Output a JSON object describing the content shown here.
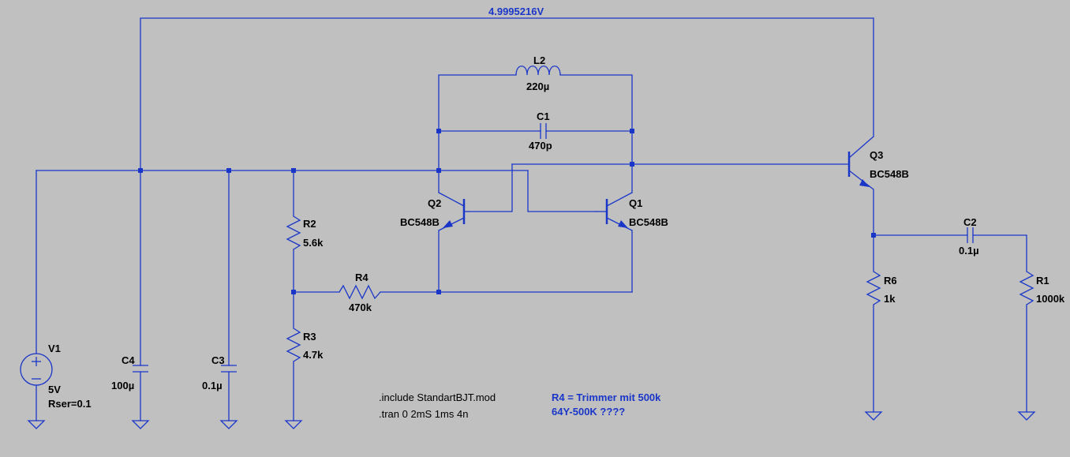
{
  "net_label": "4.9995216V",
  "components": {
    "V1": {
      "name": "V1",
      "value": "5V",
      "extra": "Rser=0.1"
    },
    "C4": {
      "name": "C4",
      "value": "100µ"
    },
    "C3": {
      "name": "C3",
      "value": "0.1µ"
    },
    "R2": {
      "name": "R2",
      "value": "5.6k"
    },
    "R3": {
      "name": "R3",
      "value": "4.7k"
    },
    "R4": {
      "name": "R4",
      "value": "470k"
    },
    "L2": {
      "name": "L2",
      "value": "220µ"
    },
    "C1": {
      "name": "C1",
      "value": "470p"
    },
    "Q2": {
      "name": "Q2",
      "value": "BC548B"
    },
    "Q1": {
      "name": "Q1",
      "value": "BC548B"
    },
    "Q3": {
      "name": "Q3",
      "value": "BC548B"
    },
    "C2": {
      "name": "C2",
      "value": "0.1µ"
    },
    "R6": {
      "name": "R6",
      "value": "1k"
    },
    "R1": {
      "name": "R1",
      "value": "1000k"
    }
  },
  "directives": [
    ".include StandartBJT.mod",
    ".tran 0 2mS 1ms 4n"
  ],
  "comments": [
    "R4 = Trimmer mit 500k",
    "64Y-500K ????"
  ]
}
